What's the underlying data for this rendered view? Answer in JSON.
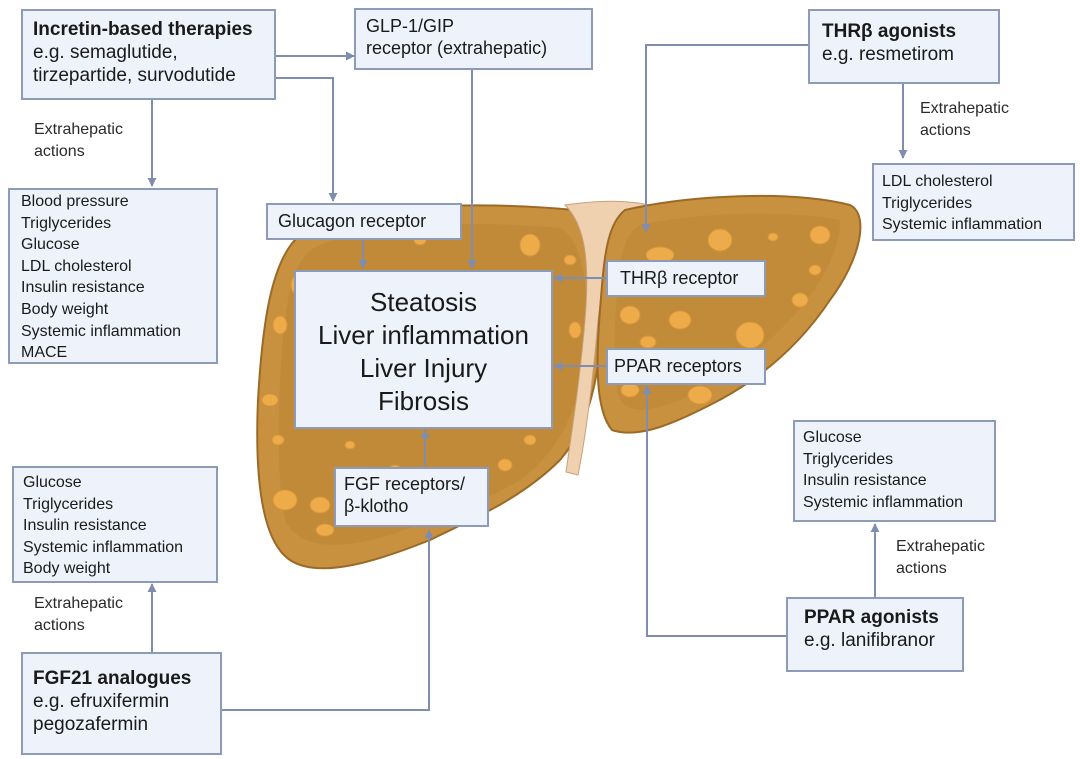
{
  "colors": {
    "box_fill": "#eef3fb",
    "box_border": "#8e9bb8",
    "arrow": "#7f8db0",
    "liver": "#c8913f",
    "liver_inner": "#b98535",
    "fat_droplet": "#eeab49",
    "ligament": "#efd1b0"
  },
  "drugs": {
    "incretin": {
      "title": "Incretin-based therapies",
      "lines": [
        "e.g. semaglutide,",
        "tirzepartide, survodutide"
      ]
    },
    "thr": {
      "title": "THRβ agonists",
      "lines": [
        "e.g. resmetirom"
      ]
    },
    "fgf21": {
      "title": "FGF21 analogues",
      "lines": [
        "e.g. efruxifermin",
        "pegozafermin"
      ]
    },
    "ppar": {
      "title": "PPAR agonists",
      "lines": [
        "e.g. lanifibranor"
      ]
    }
  },
  "receptors": {
    "glp1": [
      "GLP-1/GIP",
      "receptor (extrahepatic)"
    ],
    "glucagon": [
      "Glucagon receptor"
    ],
    "thr": [
      "THRβ receptor"
    ],
    "ppar": [
      "PPAR receptors"
    ],
    "fgf": [
      "FGF receptors/",
      "β-klotho"
    ]
  },
  "liver_effects": [
    "Steatosis",
    "Liver inflammation",
    "Liver Injury",
    "Fibrosis"
  ],
  "extrahepatic_label": [
    "Extrahepatic",
    "actions"
  ],
  "outcomes": {
    "incretin": [
      "Blood pressure",
      "Triglycerides",
      "Glucose",
      "LDL cholesterol",
      "Insulin resistance",
      "Body weight",
      "Systemic inflammation",
      "MACE"
    ],
    "thr": [
      "LDL cholesterol",
      "Triglycerides",
      "Systemic inflammation"
    ],
    "fgf21": [
      "Glucose",
      "Triglycerides",
      "Insulin resistance",
      "Systemic inflammation",
      "Body weight"
    ],
    "ppar": [
      "Glucose",
      "Triglycerides",
      "Insulin resistance",
      "Systemic inflammation"
    ]
  }
}
